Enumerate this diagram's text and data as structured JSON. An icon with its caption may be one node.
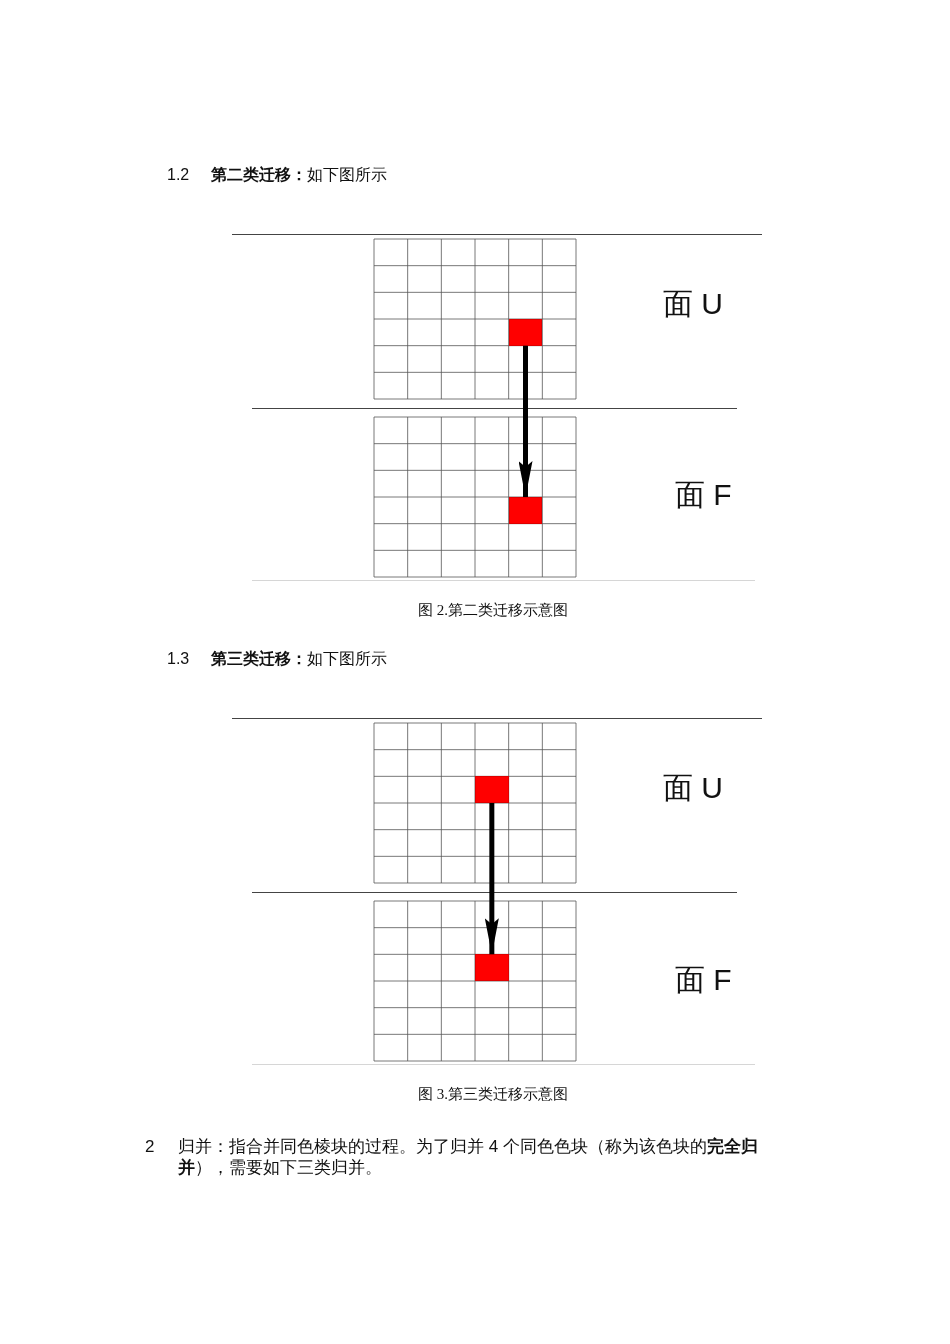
{
  "diagram": {
    "nodes": [
      {
        "text": [],
        "shape": "box"
      },
      {
        "text": [],
        "shape": "box"
      },
      {
        "text": [],
        "shape": "box"
      },
      {
        "text": [],
        "shape": "box"
      }
    ],
    "edges": [
      {
        "from": 0,
        "to": 1,
        "arrow": "to"
      },
      {
        "from": 2,
        "to": 3,
        "arrow": "to"
      }
    ],
    "labels": [
      "1.2",
      "**第二类迁移：**如下图所示",
      "面 U",
      "面 F",
      "图 2.第二类迁移示意图",
      "1.3",
      "**第三类迁移：**如下图所示",
      "面 U",
      "面 F",
      "图 3.第三类迁移示意图",
      "2",
      "归并：指合并同色棱块的过程。为了归并 4 个同色色块（称为该色块的**完全归并**），需要如下三类归并。"
    ]
  }
}
